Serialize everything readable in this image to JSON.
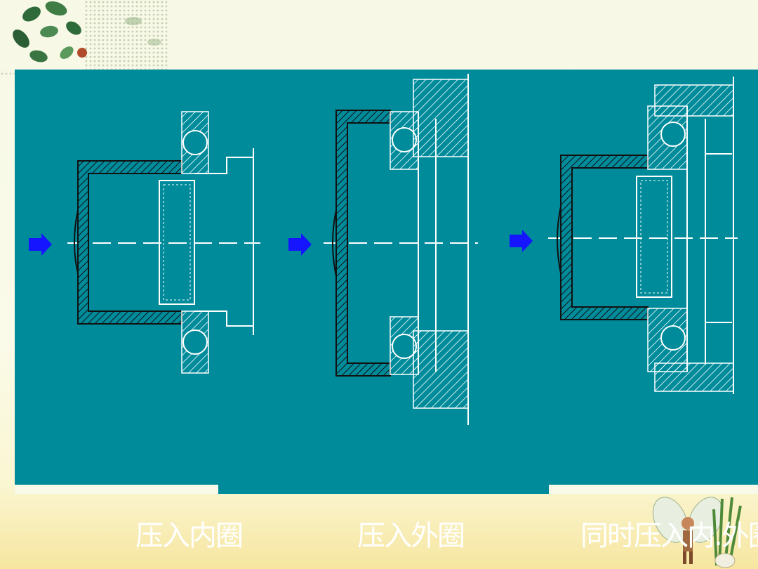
{
  "slide": {
    "background_color": "#f8f9e8",
    "panel_color": "#008b9b",
    "arrow_color": "#1515ff"
  },
  "diagrams": [
    {
      "caption": "压入内圈",
      "arrow_icon": "push-arrow-icon"
    },
    {
      "caption": "压入外圈",
      "arrow_icon": "push-arrow-icon"
    },
    {
      "caption": "同时压入内.外圈",
      "arrow_icon": "push-arrow-icon"
    }
  ],
  "decorations": [
    "leaf-vine-decoration",
    "dotted-pattern-decoration",
    "fairy-character-decoration"
  ]
}
